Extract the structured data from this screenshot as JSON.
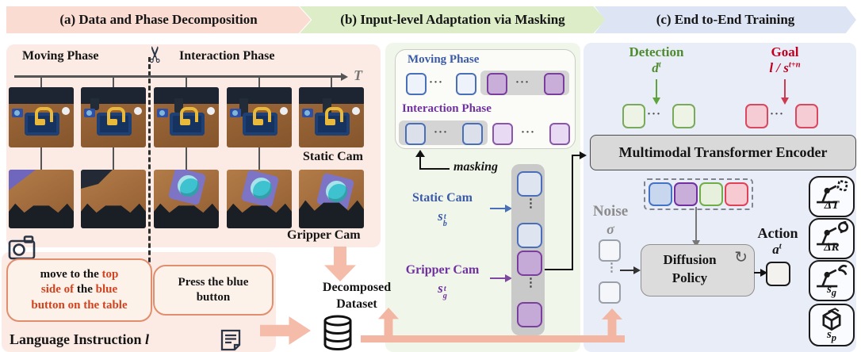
{
  "figure": {
    "headers": {
      "a": "(a) Data and Phase Decomposition",
      "b": "(b) Input-level Adaptation via Masking",
      "c": "(c) End to-End Training"
    },
    "symbols": {
      "hdots": "···",
      "vdots": "⋮"
    }
  },
  "panel_a": {
    "moving_phase": "Moving Phase",
    "interaction_phase": "Interaction Phase",
    "timeline": "T",
    "static_cam": "Static Cam",
    "gripper_cam": "Gripper Cam",
    "bubble1": {
      "l1a": "move to the ",
      "l1b": "top",
      "l2a": "side of ",
      "l2b": "the ",
      "l2c": "blue",
      "l3": "button on the table"
    },
    "bubble2_l1": "Press the blue",
    "bubble2_l2": "button",
    "language_instruction": "Language Instruction ",
    "language_symbol": "l",
    "dataset_l1": "Decomposed",
    "dataset_l2": "Dataset"
  },
  "panel_b": {
    "moving_phase": "Moving Phase",
    "interaction_phase": "Interaction Phase",
    "masking": "masking",
    "static_cam": "Static Cam",
    "static_sym": {
      "base": "s",
      "sup": "t",
      "sub": "b"
    },
    "gripper_cam": "Gripper Cam",
    "gripper_sym": {
      "base": "s",
      "sup": "t",
      "sub": "g"
    }
  },
  "panel_c": {
    "detection": "Detection",
    "detection_sym": {
      "base": "d",
      "sup": "t"
    },
    "goal": "Goal",
    "goal_sym": {
      "base": "l / s",
      "sup": "t+n"
    },
    "encoder": "Multimodal Transformer Encoder",
    "noise": "Noise",
    "noise_sym": "σ",
    "diffusion_l1": "Diffusion",
    "diffusion_l2": "Policy",
    "refresh_icon": "↻",
    "action": "Action",
    "action_sym": {
      "base": "a",
      "sup": "t"
    },
    "outputs": [
      {
        "base": "ΔT",
        "sub": ""
      },
      {
        "base": "ΔR",
        "sub": ""
      },
      {
        "base": "s",
        "sub": "g"
      },
      {
        "base": "s",
        "sub": "p"
      }
    ]
  },
  "colors": {
    "panel_a_bg": "#fcebe5",
    "panel_b_bg": "#f1f6ea",
    "panel_c_bg": "#e9edf7",
    "banner_a": "#fbdcd2",
    "banner_b": "#dcedc8",
    "banner_c": "#dde4f3",
    "accent_red": "#d3421f",
    "phase_blue": "#3b5ba9",
    "phase_purple": "#7030a0",
    "detection_green": "#4e8c2e",
    "goal_red": "#c00020",
    "flow_salmon": "#f5bcaa"
  }
}
